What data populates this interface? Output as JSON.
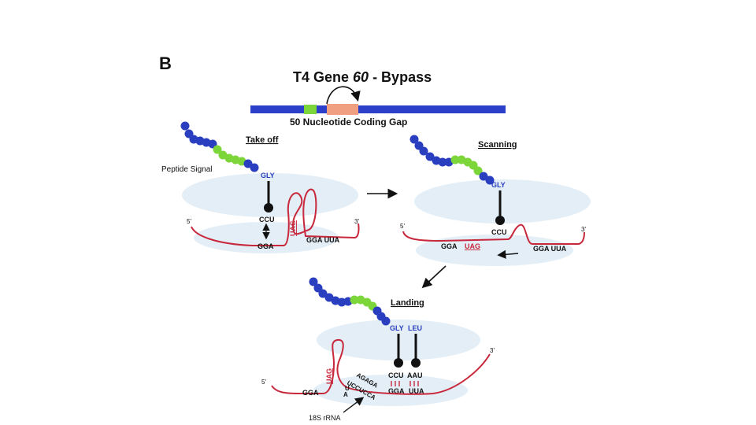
{
  "panel_letter": "B",
  "title": {
    "prefix": "T4  Gene ",
    "italic": "60",
    "suffix": " - Bypass"
  },
  "gene_bar": {
    "caption": "50 Nucleotide Coding Gap"
  },
  "take_off": {
    "title": "Take off",
    "peptide_label": "Peptide Signal",
    "amino_acid": "GLY",
    "anticodon": "CCU",
    "codon": "GGA",
    "stop_codon": "UAG",
    "downstream": "GGA UUA",
    "five_prime": "5'",
    "three_prime": "3'"
  },
  "scanning": {
    "title": "Scanning",
    "amino_acid": "GLY",
    "anticodon": "CCU",
    "codon": "GGA",
    "stop_codon": "UAG",
    "downstream": "GGA UUA",
    "five_prime": "5'",
    "three_prime": "3'"
  },
  "landing": {
    "title": "Landing",
    "amino_acid_1": "GLY",
    "amino_acid_2": "LEU",
    "anticodon_1": "CCU",
    "anticodon_2": "AAU",
    "codon_1": "GGA",
    "codon_2": "UUA",
    "upstream": "GGA",
    "stop_codon": "UAG",
    "shine_1": "AGAGA",
    "shine_2": "UCCUCCA",
    "shine_3": "U",
    "shine_4": "A",
    "rrna_label": "18S rRNA",
    "five_prime": "5'",
    "three_prime": "3'"
  },
  "colors": {
    "blue_bead": "#2a3fbf",
    "green_bead": "#7cd63a",
    "mrna": "#c8283c",
    "ribosome": "#e3eef6",
    "bar_blue": "#2b3fc8",
    "bar_green": "#7cd63a",
    "bar_orange": "#f0a080"
  }
}
